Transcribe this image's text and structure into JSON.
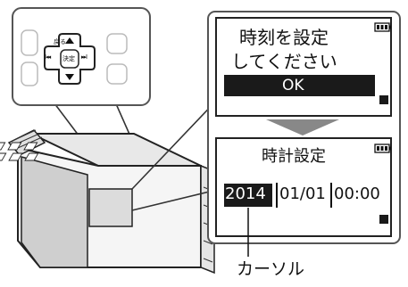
{
  "remote": {
    "back_label": "戻る",
    "enter_label": "決定",
    "prev_symbol": "I◂◂",
    "next_symbol": "▸▸I"
  },
  "screen_prompt": {
    "line1": "時刻を設定",
    "line2": "してください",
    "ok_label": "OK"
  },
  "screen_clock": {
    "title": "時計設定",
    "year": "2014",
    "date": "01/01",
    "time": "00:00"
  },
  "callout_label": "カーソル"
}
